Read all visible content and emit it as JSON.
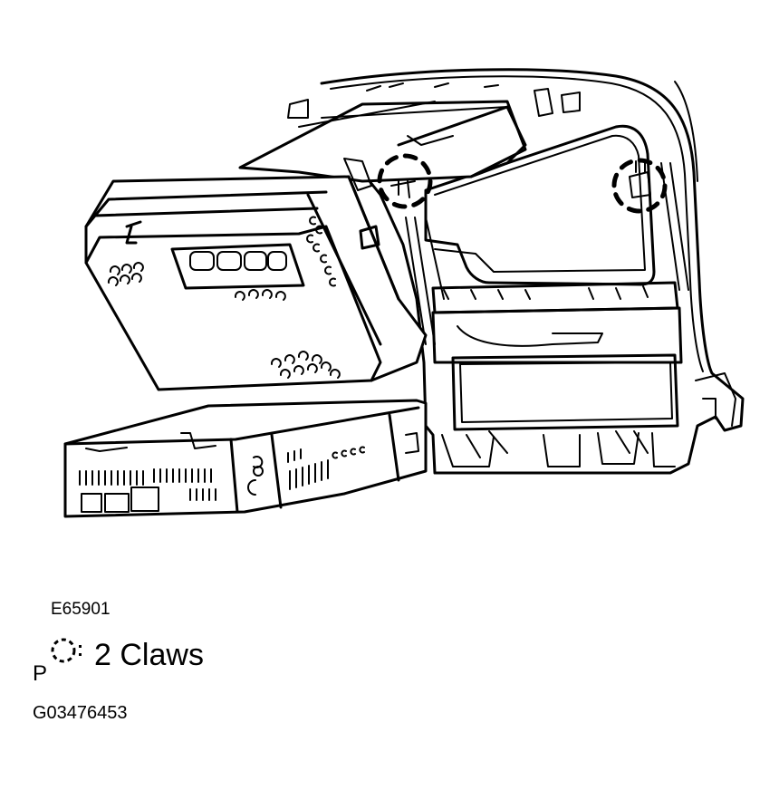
{
  "figure": {
    "illustration_label": "Radio / navigation receiver removal from center instrument panel cluster",
    "callouts": [
      {
        "name": "claw-left",
        "shape": "dashed-circle"
      },
      {
        "name": "claw-right",
        "shape": "dashed-circle"
      }
    ],
    "figure_code": "E65901"
  },
  "legend": {
    "prefix": "P",
    "symbol": "dashed-circle-icon",
    "separator": ":",
    "text": "2 Claws",
    "full_text": "2 Claws"
  },
  "document_code": "G03476453",
  "colors": {
    "line": "#000000",
    "background": "#ffffff"
  }
}
